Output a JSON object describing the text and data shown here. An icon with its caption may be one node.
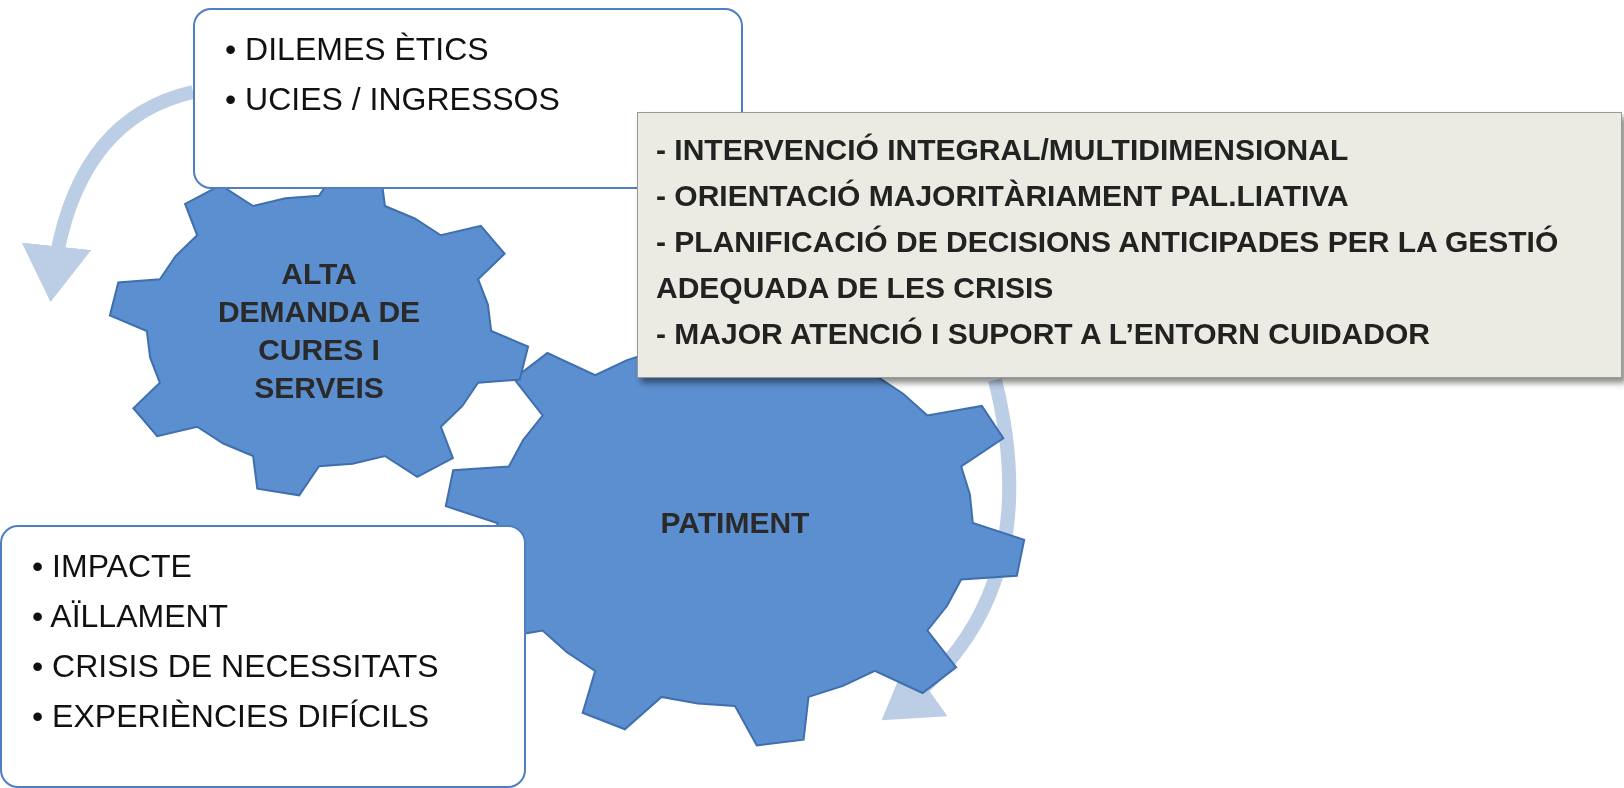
{
  "diagram": {
    "nodes": [
      {
        "text": [
          "• DILEMES ÈTICS",
          "• UCIES / INGRESSOS"
        ]
      },
      {
        "text": [
          "ALTA DEMANDA DE CURES I SERVEIS"
        ]
      },
      {
        "text": [
          "PATIMENT"
        ]
      },
      {
        "text": [
          "• IMPACTE",
          "• AÏLLAMENT",
          "• CRISIS DE NECESSITATS",
          "• EXPERIÈNCIES DIFÍCILS"
        ]
      },
      {
        "text": [
          "- INTERVENCIÓ INTEGRAL/MULTIDIMENSIONAL",
          "- ORIENTACIÓ MAJORITÀRIAMENT PAL.LIATIVA",
          "- PLANIFICACIÓ DE DECISIONS ANTICIPADES PER LA GESTIÓ ADEQUADA DE LES CRISIS",
          "- MAJOR ATENCIÓ I SUPORT A L’ENTORN CUIDADOR"
        ]
      }
    ],
    "edges": [
      {
        "from": 0,
        "to": 1,
        "arrow": "to"
      },
      {
        "from": 4,
        "to": 2,
        "arrow": "to"
      }
    ]
  }
}
